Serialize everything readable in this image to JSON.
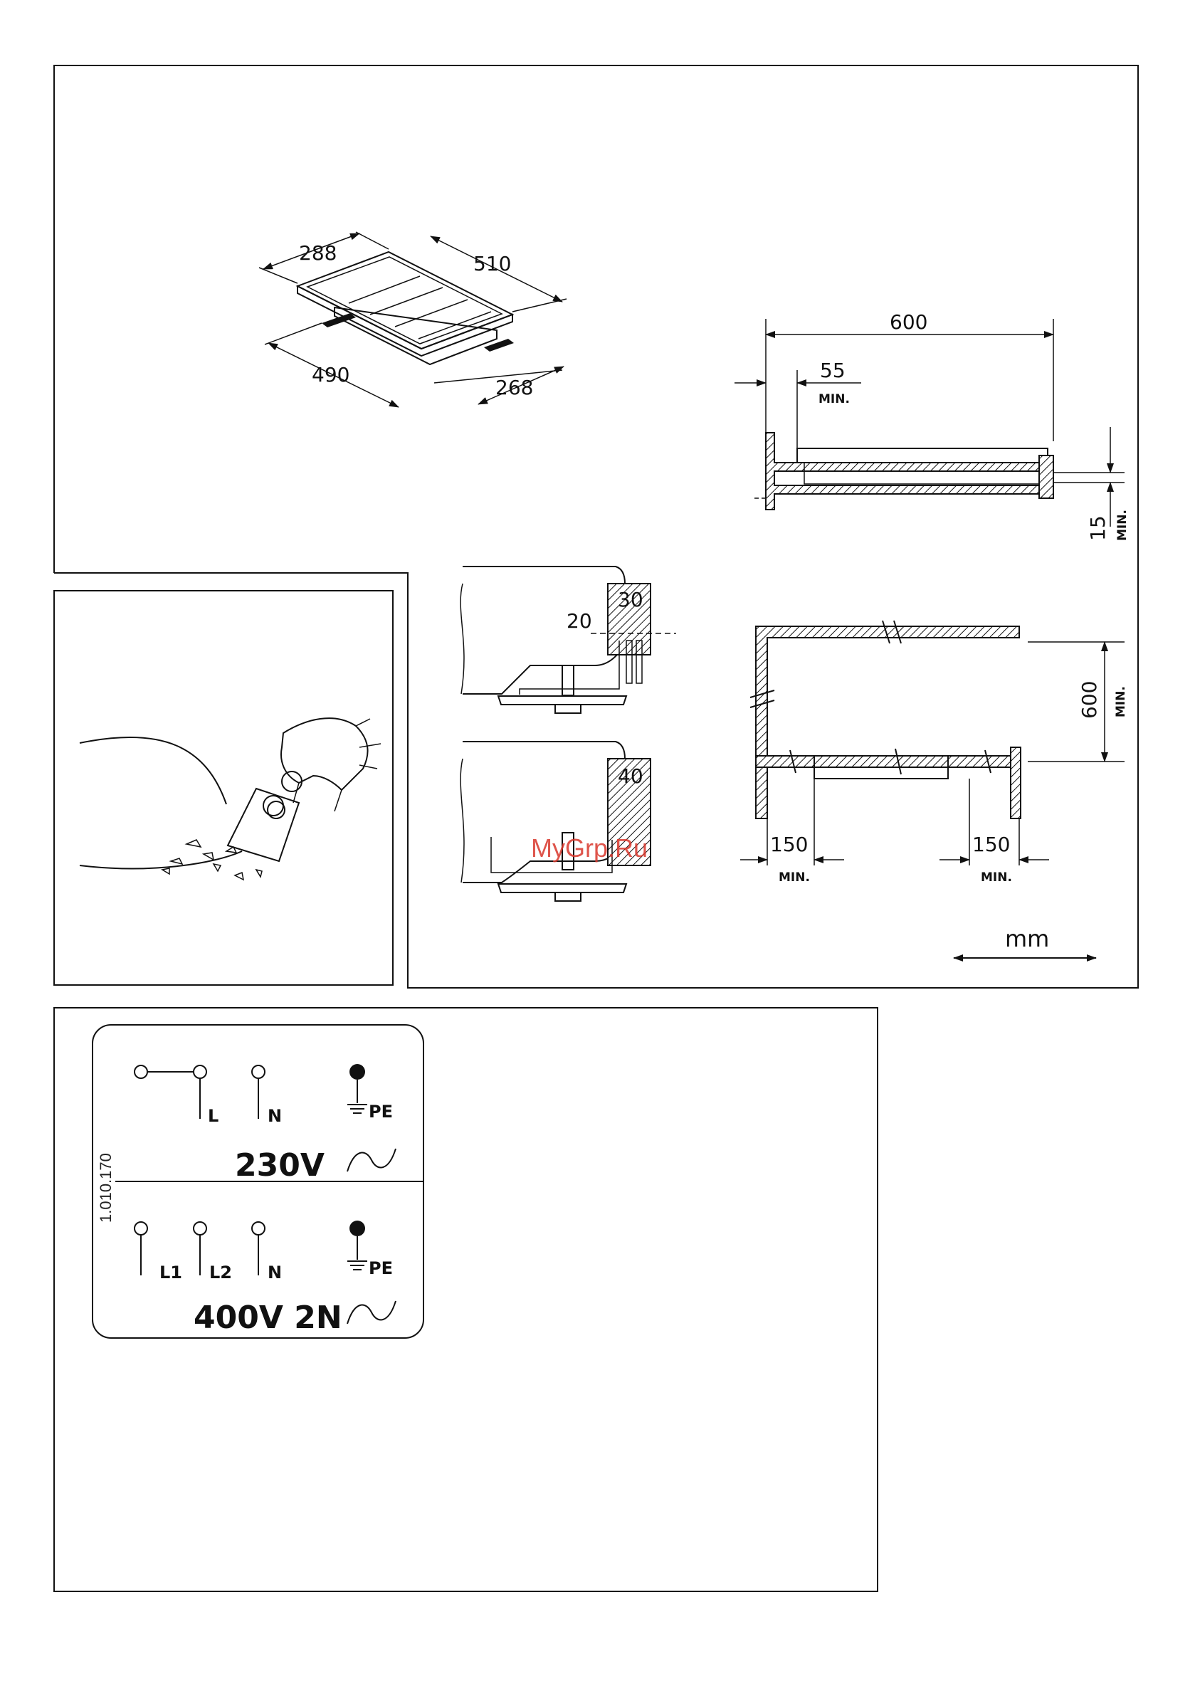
{
  "hob_dimensions": {
    "width_top": "288",
    "length_top": "510",
    "cutout_length": "490",
    "cutout_width": "268"
  },
  "side_view": {
    "total": "600",
    "edge_distance": "55",
    "edge_min": "MIN.",
    "depth": "15",
    "depth_min": "MIN."
  },
  "brackets": {
    "top_thickness": "30",
    "clamp_offset": "20",
    "bottom_thickness": "40"
  },
  "clearance": {
    "height": "600",
    "height_min": "MIN.",
    "left": "150",
    "left_min": "MIN.",
    "right": "150",
    "right_min": "MIN."
  },
  "unit": "mm",
  "watermark": "MyGrp.Ru",
  "wiring": {
    "code": "1.010.170",
    "single_phase": {
      "terminals": [
        "L",
        "N"
      ],
      "earth": "PE",
      "voltage": "230V"
    },
    "two_phase": {
      "terminals": [
        "L1",
        "L2",
        "N"
      ],
      "earth": "PE",
      "voltage": "400V 2N"
    }
  }
}
